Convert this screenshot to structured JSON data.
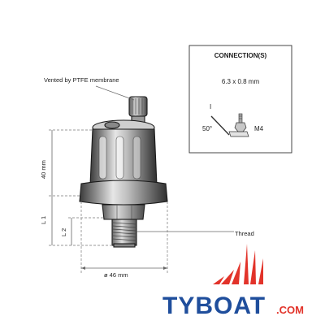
{
  "annotations": {
    "vent_label": "Vented by PTFE membrane",
    "thread_label": "Thread",
    "dim_40": "40 mm",
    "dim_l1": "L 1",
    "dim_l2": "L 2",
    "dim_diameter": "ø 46 mm"
  },
  "connections": {
    "title": "CONNECTION(S)",
    "terminal_size": "6.3 x 0.8 mm",
    "angle": "50°",
    "stud": "M4",
    "blade_label": "I"
  },
  "brand": {
    "name": "TYBOAT",
    "suffix": ".COM",
    "primary_color": "#1f4e9c",
    "accent_color": "#e2332a"
  }
}
